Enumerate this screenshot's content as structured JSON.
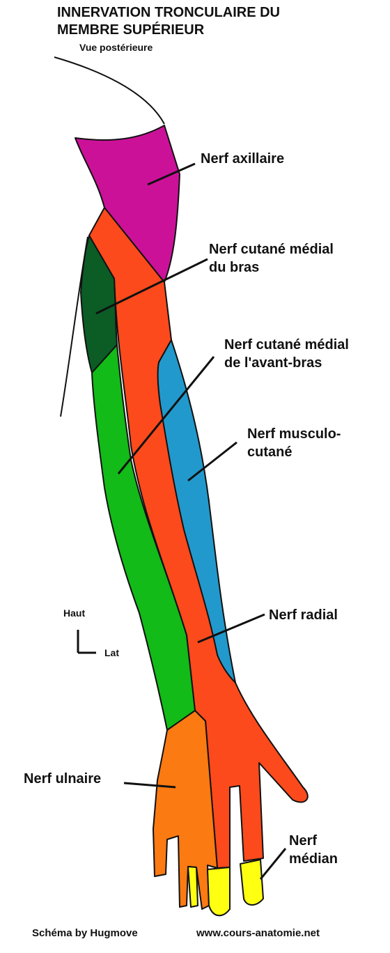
{
  "title_line1": "INNERVATION TRONCULAIRE DU",
  "title_line2": "MEMBRE SUPÉRIEUR",
  "subtitle": "Vue postérieure",
  "labels": {
    "axillaire": "Nerf axillaire",
    "cutane_bras_1": "Nerf cutané médial",
    "cutane_bras_2": "du bras",
    "cutane_avant_bras_1": "Nerf cutané médial",
    "cutane_avant_bras_2": "de l'avant-bras",
    "musculo_1": "Nerf musculo-",
    "musculo_2": "cutané",
    "radial": "Nerf radial",
    "ulnaire": "Nerf ulnaire",
    "median_1": "Nerf",
    "median_2": "médian"
  },
  "orientation": {
    "up": "Haut",
    "lateral": "Lat"
  },
  "footer": {
    "credit": "Schéma by Hugmove",
    "site": "www.cours-anatomie.net"
  },
  "colors": {
    "axillaire": "#cc1199",
    "cutane_bras": "#0b5c25",
    "cutane_avant_bras": "#12bb18",
    "musculo": "#2299cc",
    "radial": "#fc4a1c",
    "ulnaire": "#fc7a12",
    "median": "#ffff11"
  }
}
